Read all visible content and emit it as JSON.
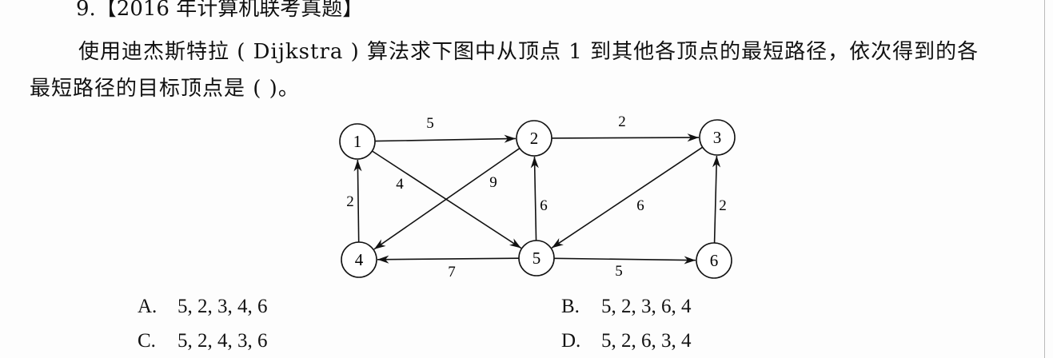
{
  "question": {
    "title": "9.【2016 年计算机联考真题】",
    "line1": "使用迪杰斯特拉 ( Dijkstra ) 算法求下图中从顶点 1 到其他各顶点的最短路径，依次得到的各",
    "line2": "最短路径的目标顶点是 (        )。"
  },
  "graph": {
    "nodes": [
      "1",
      "2",
      "3",
      "4",
      "5",
      "6"
    ],
    "edges": [
      {
        "from": "1",
        "to": "2",
        "weight": "5"
      },
      {
        "from": "2",
        "to": "3",
        "weight": "2"
      },
      {
        "from": "1",
        "to": "5",
        "weight": "4"
      },
      {
        "from": "2",
        "to": "4",
        "weight": "9"
      },
      {
        "from": "4",
        "to": "1",
        "weight": "2"
      },
      {
        "from": "5",
        "to": "2",
        "weight": "6"
      },
      {
        "from": "3",
        "to": "5",
        "weight": "6"
      },
      {
        "from": "5",
        "to": "4",
        "weight": "7"
      },
      {
        "from": "5",
        "to": "6",
        "weight": "5"
      },
      {
        "from": "6",
        "to": "3",
        "weight": "2"
      }
    ]
  },
  "options": [
    {
      "label": "A.",
      "text": "5, 2, 3, 4, 6"
    },
    {
      "label": "B.",
      "text": "5, 2, 3, 6, 4"
    },
    {
      "label": "C.",
      "text": "5, 2, 4, 3, 6"
    },
    {
      "label": "D.",
      "text": "5, 2, 6, 3, 4"
    }
  ]
}
